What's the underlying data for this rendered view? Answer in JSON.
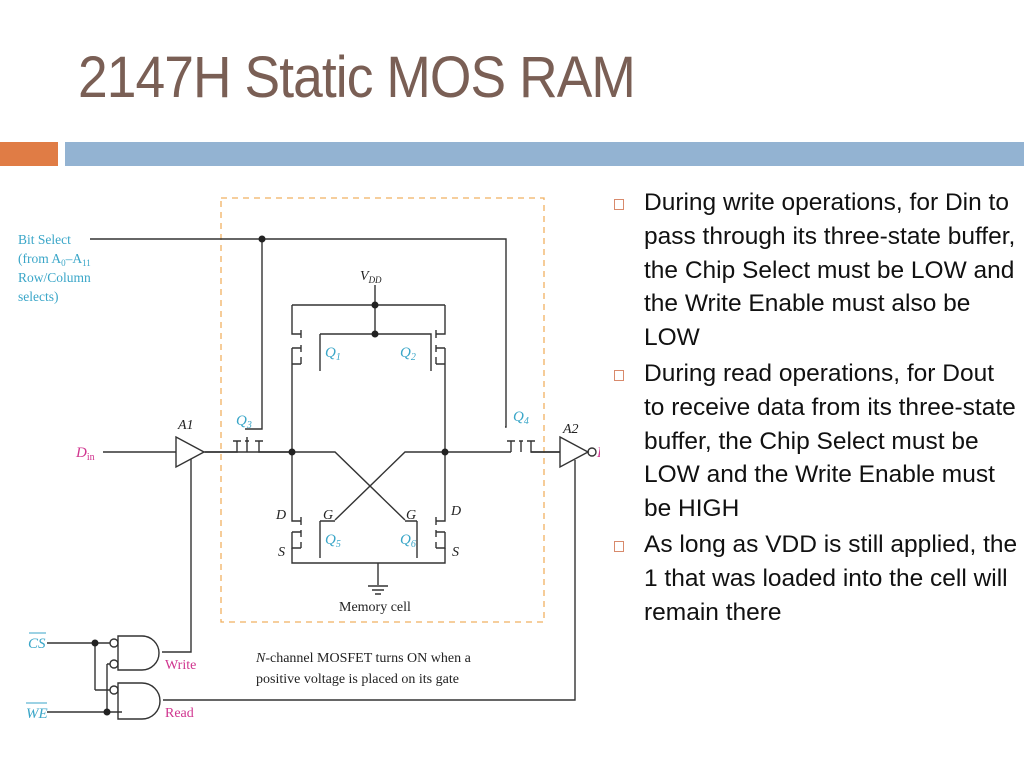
{
  "slide": {
    "title": "2147H Static MOS RAM",
    "accent_colors": {
      "orange": "#e07c45",
      "blue": "#93b3d2",
      "title": "#7a5f55"
    }
  },
  "bullets": [
    {
      "text": "During write operations, for Din to pass through its three-state buffer, the Chip Select must be LOW and the Write Enable must also be LOW"
    },
    {
      "text": "During read operations, for Dout to receive data from its three-state buffer, the Chip Select must be LOW and the Write Enable must be HIGH"
    },
    {
      "text": "As long as VDD is still applied, the 1 that was loaded into the cell will remain there"
    }
  ],
  "diagram": {
    "bit_select": [
      "Bit Select",
      "(from A",
      "0",
      "–A",
      "11",
      "Row/Column",
      "selects)"
    ],
    "vdd": {
      "main": "V",
      "sub": "DD"
    },
    "transistors": {
      "q1": {
        "main": "Q",
        "sub": "1"
      },
      "q2": {
        "main": "Q",
        "sub": "2"
      },
      "q3": {
        "main": "Q",
        "sub": "3"
      },
      "q4": {
        "main": "Q",
        "sub": "4"
      },
      "q5": {
        "main": "Q",
        "sub": "5"
      },
      "q6": {
        "main": "Q",
        "sub": "6"
      }
    },
    "terminals": {
      "d": "D",
      "g": "G",
      "s": "S"
    },
    "buffers": {
      "a1": "A1",
      "a2": "A2"
    },
    "din": {
      "main": "D",
      "sub": "in"
    },
    "dout": {
      "main": "D",
      "sub": "out"
    },
    "memory_cell_label": "Memory cell",
    "cs_label": "CS",
    "we_label": "WE",
    "write_label": "Write",
    "read_label": "Read",
    "note_line1_italic": "N",
    "note_line1_rest": "-channel MOSFET turns ON when a",
    "note_line2": "positive voltage is placed on its gate",
    "colors": {
      "cyan": "#3aa6c8",
      "magenta": "#d0358f",
      "wire": "#333333",
      "cell_border": "#f0b060"
    }
  }
}
